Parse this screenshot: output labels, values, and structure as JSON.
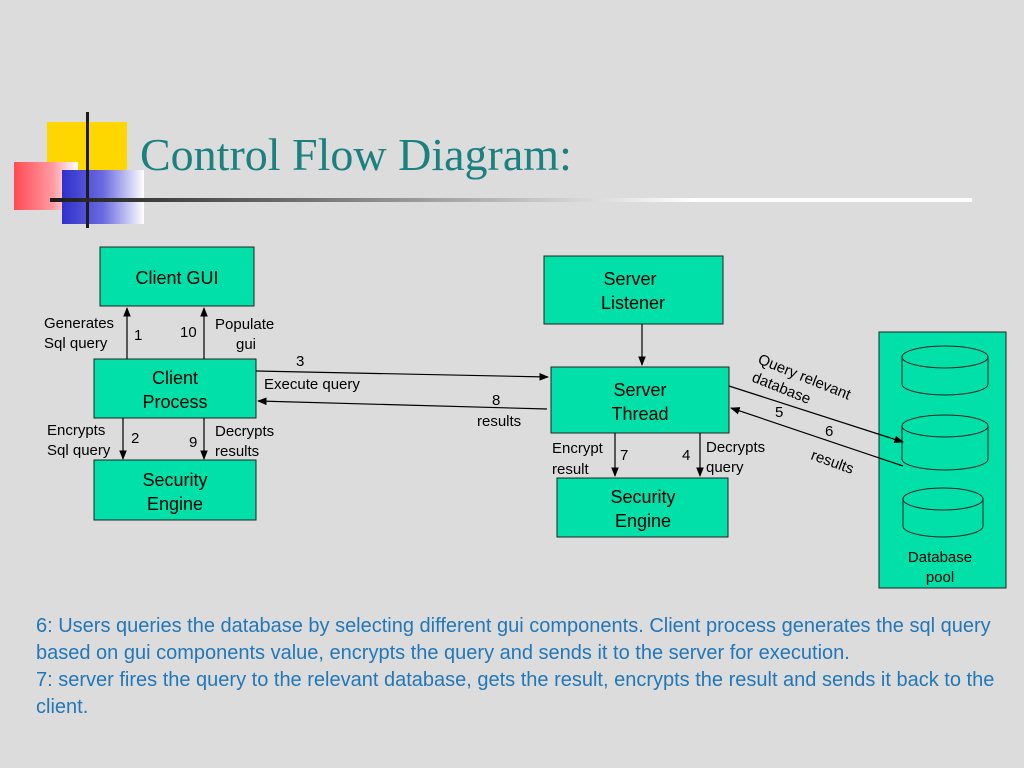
{
  "title": "Control Flow Diagram:",
  "nodes": {
    "client_gui": [
      "Client GUI"
    ],
    "client_process": [
      "Client",
      "Process"
    ],
    "client_security": [
      "Security",
      "Engine"
    ],
    "server_listener": [
      "Server",
      "Listener"
    ],
    "server_thread": [
      "Server",
      "Thread"
    ],
    "server_security": [
      "Security",
      "Engine"
    ],
    "database_pool": [
      "Database",
      "pool"
    ]
  },
  "edges": {
    "e1": {
      "num": "1",
      "label": [
        "Generates",
        "Sql query"
      ]
    },
    "e10": {
      "num": "10",
      "label": [
        "Populate",
        "gui"
      ]
    },
    "e2": {
      "num": "2",
      "label": [
        "Encrypts",
        "Sql query"
      ]
    },
    "e9": {
      "num": "9",
      "label": [
        "Decrypts",
        "results"
      ]
    },
    "e3": {
      "num": "3",
      "label": [
        "Execute query"
      ]
    },
    "e8": {
      "num": "8",
      "label": [
        "results"
      ]
    },
    "e7": {
      "num": "7",
      "label": [
        "Encrypt",
        "result"
      ]
    },
    "e4": {
      "num": "4",
      "label": [
        "Decrypts",
        "query"
      ]
    },
    "e5": {
      "num": "5",
      "label": [
        "Query relevant",
        "database"
      ]
    },
    "e6": {
      "num": "6",
      "label": [
        "results"
      ]
    }
  },
  "description": [
    "6: Users queries the database by selecting different gui components. Client process generates the sql query based on gui components value, encrypts the query and sends it to the server for execution.",
    "7: server fires the query to the relevant database, gets the result, encrypts the result and sends it back to the client."
  ],
  "colors": {
    "title": "#1b8080",
    "box_fill": "#00e0a8",
    "description_text": "#2277b8",
    "background": "#dcdcdc"
  }
}
